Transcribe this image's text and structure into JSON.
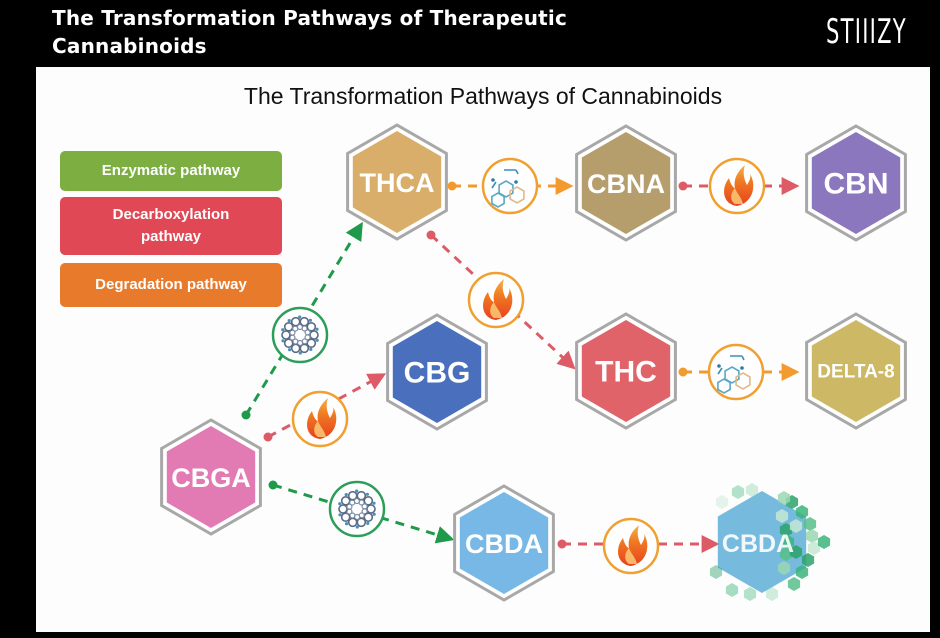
{
  "header": {
    "title_line1": "The Transformation Pathways of Therapeutic",
    "title_line2": "Cannabinoids",
    "logo": "STIIIZY"
  },
  "slide": {
    "title": "The Transformation Pathways of Cannabinoids"
  },
  "legend": [
    {
      "label": "Enzymatic pathway",
      "color": "#7cae41"
    },
    {
      "label": "Decarboxylation pathway",
      "color": "#e04856"
    },
    {
      "label": "Degradation pathway",
      "color": "#e87a2c"
    }
  ],
  "colors": {
    "enzymatic": "#1e9a4a",
    "decarboxylation": "#dd5b66",
    "degradation": "#f29a2e"
  },
  "nodes": [
    {
      "id": "CBGA",
      "label": "CBGA",
      "color": "#e27bb4"
    },
    {
      "id": "THCA",
      "label": "THCA",
      "color": "#d9ae6a"
    },
    {
      "id": "CBNA",
      "label": "CBNA",
      "color": "#b59e6c"
    },
    {
      "id": "CBN",
      "label": "CBN",
      "color": "#8a77bd"
    },
    {
      "id": "CBG",
      "label": "CBG",
      "color": "#4a70bd"
    },
    {
      "id": "THC",
      "label": "THC",
      "color": "#e0636a"
    },
    {
      "id": "DELTA8",
      "label": "DELTA-8",
      "color": "#cdb866"
    },
    {
      "id": "CBDA",
      "label": "CBDA",
      "color": "#77b8e6"
    },
    {
      "id": "CBDA2",
      "label": "CBDA",
      "color": "#5eaed8"
    }
  ],
  "edges": [
    {
      "from": "CBGA",
      "to": "THCA",
      "pathway": "enzymatic",
      "icon": "enzyme-icon"
    },
    {
      "from": "CBGA",
      "to": "CBG",
      "pathway": "decarboxylation",
      "icon": "flame-icon"
    },
    {
      "from": "CBGA",
      "to": "CBDA",
      "pathway": "enzymatic",
      "icon": "enzyme-icon"
    },
    {
      "from": "THCA",
      "to": "CBNA",
      "pathway": "degradation",
      "icon": "molecule-icon"
    },
    {
      "from": "CBNA",
      "to": "CBN",
      "pathway": "decarboxylation",
      "icon": "flame-icon"
    },
    {
      "from": "THCA",
      "to": "THC",
      "pathway": "decarboxylation",
      "icon": "flame-icon"
    },
    {
      "from": "THC",
      "to": "DELTA8",
      "pathway": "degradation",
      "icon": "molecule-icon"
    },
    {
      "from": "CBDA",
      "to": "CBDA2",
      "pathway": "decarboxylation",
      "icon": "flame-icon"
    }
  ]
}
